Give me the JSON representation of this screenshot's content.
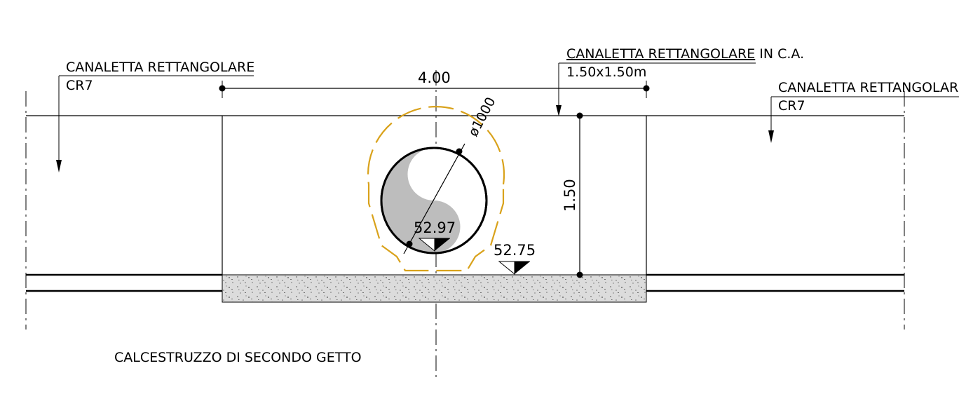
{
  "labels": {
    "left_note_line1": "CANALETTA  RETTANGOLARE",
    "left_note_line2": "CR7",
    "center_note_line1": "CANALETTA  RETTANGOLARE",
    "center_note_suffix": " IN  C.A.",
    "center_note_line2": "1.50x1.50m",
    "right_note_line1": "CANALETTA  RETTANGOLARE",
    "right_note_line2": "CR7",
    "bottom_note": "CALCESTRUZZO  DI  SECONDO  GETTO"
  },
  "dimensions": {
    "width": "4.00",
    "height": "1.50",
    "pipe_diameter": "ø1000"
  },
  "elevations": {
    "pipe_invert": "52.97",
    "channel_bottom": "52.75"
  },
  "colors": {
    "line": "#000000",
    "pipe_fill": "#bdbdbd",
    "bedding": "#d9a21b",
    "concrete_fill": "#d6d6d6",
    "concrete_speckle": "#7a7a7a"
  }
}
